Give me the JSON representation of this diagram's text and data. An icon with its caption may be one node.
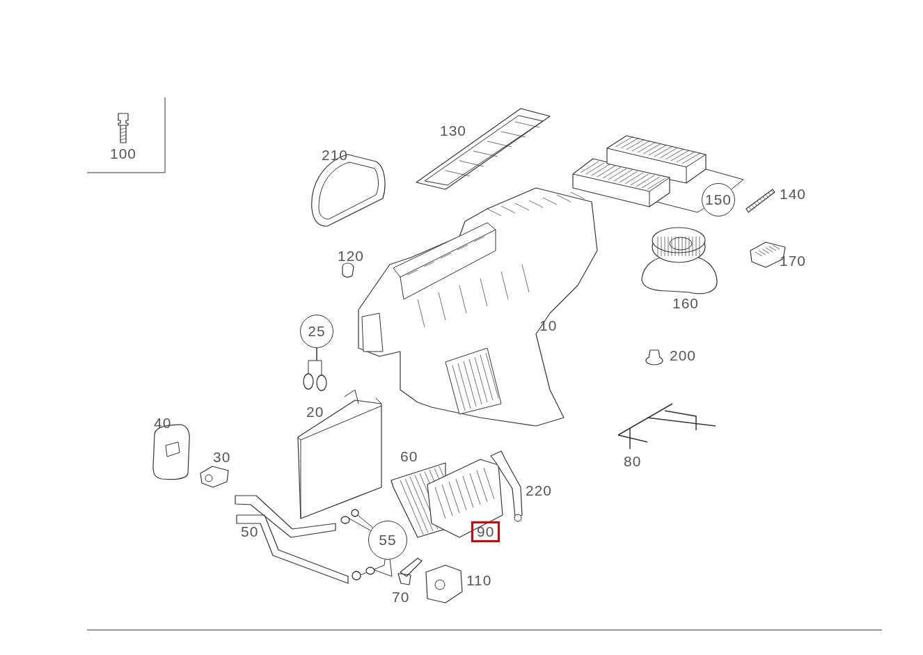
{
  "diagram": {
    "nodes": [
      {
        "text": [
          "25"
        ]
      },
      {
        "text": [],
        "shape": "circle"
      },
      {
        "text": [],
        "shape": "circle"
      },
      {
        "text": [
          "55"
        ]
      },
      {
        "text": [],
        "shape": "circle"
      },
      {
        "text": [],
        "shape": "circle"
      },
      {
        "text": [],
        "shape": "circle"
      },
      {
        "text": [],
        "shape": "circle"
      },
      {
        "text": [
          "150"
        ]
      },
      {
        "text": [],
        "shape": "picture"
      },
      {
        "text": [],
        "shape": "picture"
      }
    ],
    "edges": [
      {
        "from": 0,
        "to": 1,
        "arrow": "none"
      },
      {
        "from": 0,
        "to": 2,
        "arrow": "none"
      },
      {
        "from": 3,
        "to": 4,
        "arrow": "none"
      },
      {
        "from": 3,
        "to": 5,
        "arrow": "none"
      },
      {
        "from": 3,
        "to": 6,
        "arrow": "none"
      },
      {
        "from": 3,
        "to": 7,
        "arrow": "none"
      },
      {
        "from": 8,
        "to": 9,
        "arrow": "none"
      },
      {
        "from": 8,
        "to": 10,
        "arrow": "none"
      }
    ],
    "labels": [
      "130",
      "100",
      "210",
      "140",
      "120",
      "170",
      "160",
      "10",
      "200",
      "20",
      "40",
      "60",
      "30",
      "80",
      "220",
      "90",
      "50",
      "110",
      "70"
    ]
  }
}
